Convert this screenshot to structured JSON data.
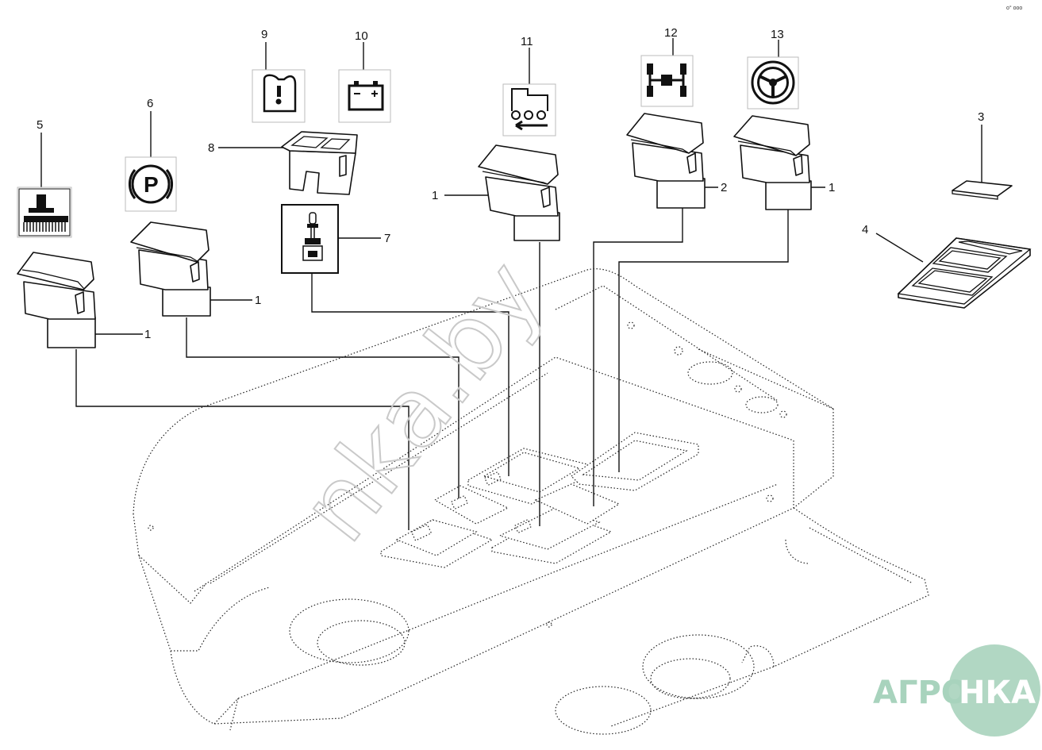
{
  "diagram": {
    "corner_mark": "o° ooo",
    "watermark": "nkа.by",
    "logo": {
      "left": "АГРО",
      "right": "НКА",
      "color": "#a8d3bd"
    },
    "callouts": {
      "c1a": "1",
      "c1b": "1",
      "c1c": "1",
      "c1d": "1",
      "c2": "2",
      "c3": "3",
      "c4": "4",
      "c5": "5",
      "c6": "6",
      "c7": "7",
      "c8": "8",
      "c9": "9",
      "c10": "10",
      "c11": "11",
      "c12": "12",
      "c13": "13"
    },
    "symbols": {
      "s5": "implement-lift-icon",
      "s6": "parking-brake-icon",
      "s7": "connector-bulb-icon",
      "s9": "engine-oil-warning-icon",
      "s10": "battery-icon",
      "s11": "tractor-reverse-icon",
      "s12": "four-wheel-drive-icon",
      "s13": "steering-wheel-icon"
    }
  }
}
